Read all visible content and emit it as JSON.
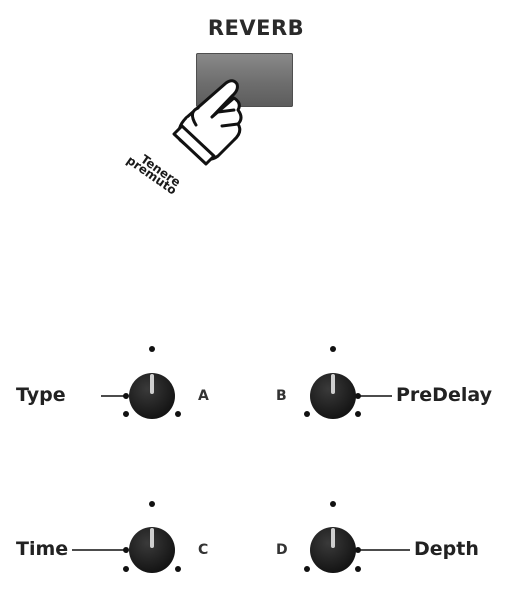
{
  "header": {
    "title": "REVERB"
  },
  "hold_label": {
    "line1": "Tenere",
    "line2": "premuto"
  },
  "knobs": {
    "a": {
      "name": "Type",
      "letter": "A"
    },
    "b": {
      "name": "PreDelay",
      "letter": "B"
    },
    "c": {
      "name": "Time",
      "letter": "C"
    },
    "d": {
      "name": "Depth",
      "letter": "D"
    }
  },
  "colors": {
    "knob": "#222222",
    "button": "#777777"
  }
}
